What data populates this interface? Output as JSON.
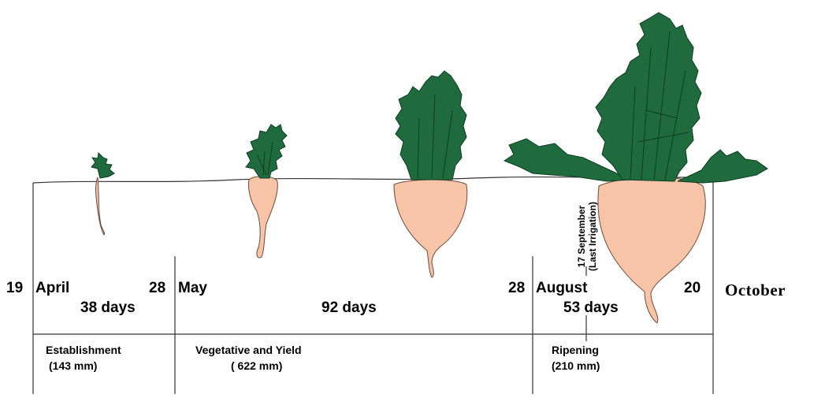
{
  "timeline": {
    "dates": {
      "start_day": "19",
      "start_month": "April",
      "may_day": "28",
      "may_month": "May",
      "aug_day": "28",
      "aug_month": "August",
      "oct_day": "20",
      "oct_month": "October"
    },
    "durations": {
      "establishment": "38 days",
      "vegetative": "92 days",
      "ripening": "53 days"
    }
  },
  "stages": {
    "establishment": {
      "name": "Establishment",
      "water": "(143 mm)"
    },
    "vegetative": {
      "name": "Vegetative and Yield",
      "water": "( 622 mm)"
    },
    "ripening": {
      "name": "Ripening",
      "water": "(210 mm)"
    }
  },
  "annotation": {
    "date": "17 September",
    "note": "(Last Irrigation)"
  },
  "colors": {
    "leaf": "#1f6b3e",
    "leaf_outline": "#0f3d22",
    "root": "#f7c4a8",
    "root_outline": "#6b4a3a",
    "line": "#333333"
  }
}
